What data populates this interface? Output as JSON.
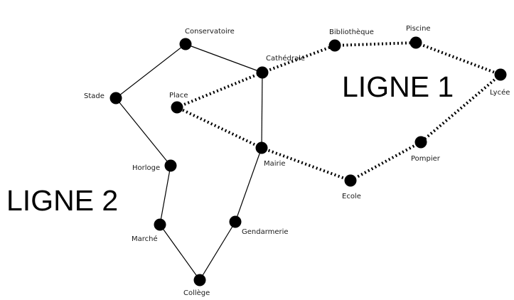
{
  "line_titles": {
    "ligne1": "LIGNE 1",
    "ligne2": "LIGNE 2"
  },
  "stations": {
    "conservatoire": "Conservatoire",
    "bibliotheque": "Bibliothèque",
    "piscine": "Piscine",
    "cathedrale": "Cathédrale",
    "lycee": "Lycée",
    "stade": "Stade",
    "place": "Place",
    "pompier": "Pompier",
    "mairie": "Mairie",
    "horloge": "Horloge",
    "ecole": "Ecole",
    "marche": "Marché",
    "gendarmerie": "Gendarmerie",
    "college": "Collège"
  },
  "colors": {
    "ink": "#000000",
    "background": "#ffffff"
  },
  "network": {
    "ligne1_style": "dotted",
    "ligne2_style": "solid",
    "ligne1": [
      [
        "place",
        "cathedrale"
      ],
      [
        "cathedrale",
        "bibliotheque"
      ],
      [
        "bibliotheque",
        "piscine"
      ],
      [
        "piscine",
        "lycee"
      ],
      [
        "lycee",
        "pompier"
      ],
      [
        "pompier",
        "ecole"
      ],
      [
        "ecole",
        "mairie"
      ],
      [
        "mairie",
        "place"
      ]
    ],
    "ligne2": [
      [
        "conservatoire",
        "cathedrale"
      ],
      [
        "cathedrale",
        "mairie"
      ],
      [
        "mairie",
        "gendarmerie"
      ],
      [
        "gendarmerie",
        "college"
      ],
      [
        "college",
        "marche"
      ],
      [
        "marche",
        "horloge"
      ],
      [
        "horloge",
        "stade"
      ],
      [
        "stade",
        "conservatoire"
      ]
    ]
  }
}
